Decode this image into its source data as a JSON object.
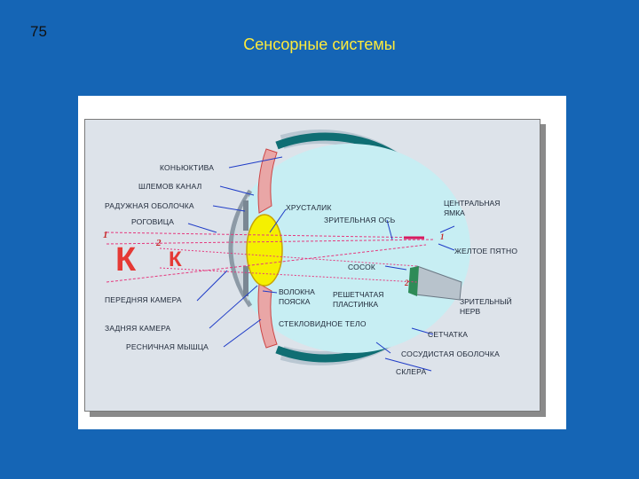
{
  "page": {
    "number": "75",
    "title": "Сенсорные системы"
  },
  "diagram": {
    "labels": {
      "conjunctiva": "КОНЬЮКТИВА",
      "schlemm": "ШЛЕМОВ КАНАЛ",
      "iris": "РАДУЖНАЯ ОБОЛОЧКА",
      "cornea": "РОГОВИЦА",
      "anterior_chamber": "ПЕРЕДНЯЯ КАМЕРА",
      "posterior_chamber": "ЗАДНЯЯ КАМЕРА",
      "ciliary_muscle": "РЕСНИЧНАЯ МЫШЦА",
      "lens": "ХРУСТАЛИК",
      "visual_axis": "ЗРИТЕЛЬНАЯ ОСЬ",
      "central_fovea": "ЦЕНТРАЛЬНАЯ\nЯМКА",
      "yellow_spot": "ЖЕЛТОЕ ПЯТНО",
      "nipple": "СОСОК",
      "zonule_fibers": "ВОЛОКНА\nПОЯСКА",
      "cribriform_plate": "РЕШЕТЧАТАЯ\nПЛАСТИНКА",
      "vitreous_body": "СТЕКЛОВИДНОЕ ТЕЛО",
      "optic_nerve": "ЗРИТЕЛЬНЫЙ\nНЕРВ",
      "retina": "СЕТЧАТКА",
      "choroid": "СОСУДИСТАЯ ОБОЛОЧКА",
      "sclera": "СКЛЕРА"
    },
    "markers": {
      "point1": "1",
      "point2": "2",
      "object_large": "К",
      "object_small": "К",
      "retina_mark1": "1",
      "retina_mark2": "2"
    },
    "colors": {
      "background": "#1565b5",
      "title": "#ffeb3b",
      "vitreous": "#c7eef3",
      "choroid": "#0f6e73",
      "lens": "#f5f000",
      "arrows": "#1f3cc7",
      "rays": "#e5397e"
    }
  }
}
